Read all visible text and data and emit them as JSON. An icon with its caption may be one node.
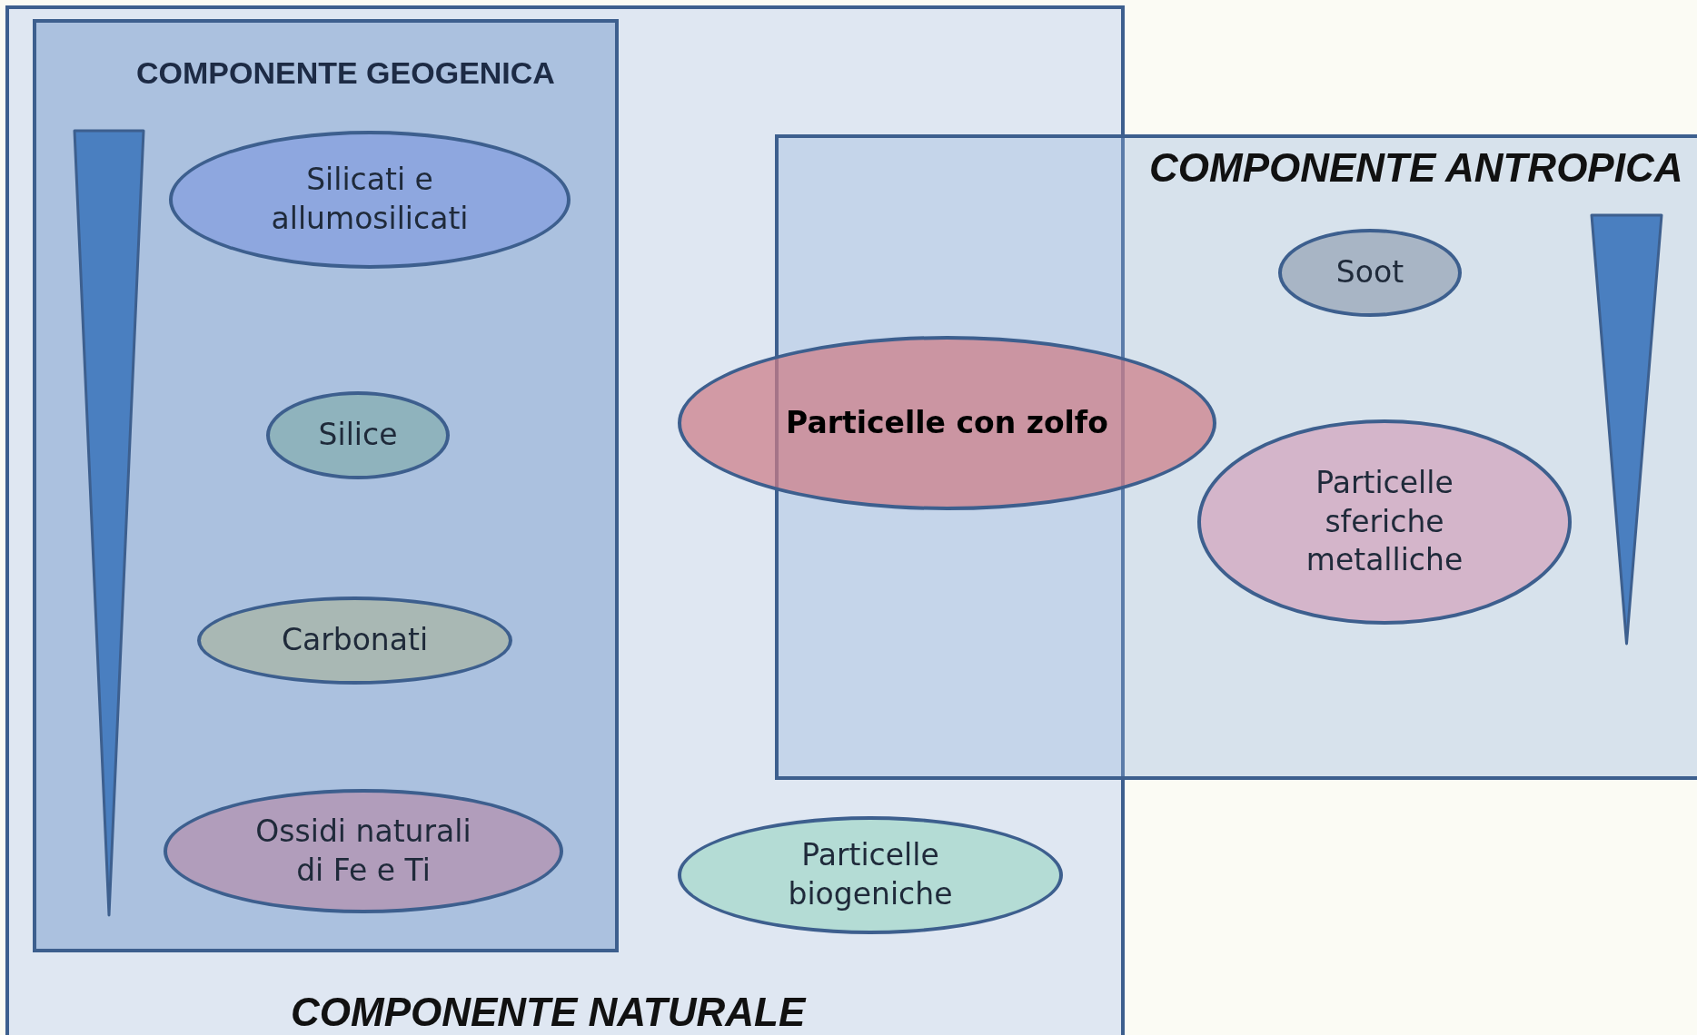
{
  "diagram": {
    "nodes": [
      {
        "text": [
          "COMPONENTE NATURALE"
        ]
      },
      {
        "text": [
          "COMPONENTE GEOGENICA"
        ],
        "in": 0
      },
      {
        "text": [
          "Silicati e allumosilicati"
        ],
        "in": 1
      },
      {
        "text": [
          "Silice"
        ],
        "in": 1
      },
      {
        "text": [
          "Carbonati"
        ],
        "in": 1
      },
      {
        "text": [
          "Ossidi naturali di Fe e Ti"
        ],
        "in": 1
      },
      {
        "text": [
          "Particelle biogeniche"
        ],
        "in": 0
      },
      {
        "text": [
          "COMPONENTE ANTROPICA"
        ]
      },
      {
        "text": [
          "Particelle con zolfo"
        ]
      },
      {
        "text": [
          "Soot"
        ],
        "in": 7
      },
      {
        "text": [
          "Particelle sferiche metalliche"
        ],
        "in": 7
      },
      {
        "text": [],
        "shape": "triangle",
        "in": 1
      },
      {
        "text": [],
        "shape": "triangle",
        "in": 7
      }
    ]
  }
}
